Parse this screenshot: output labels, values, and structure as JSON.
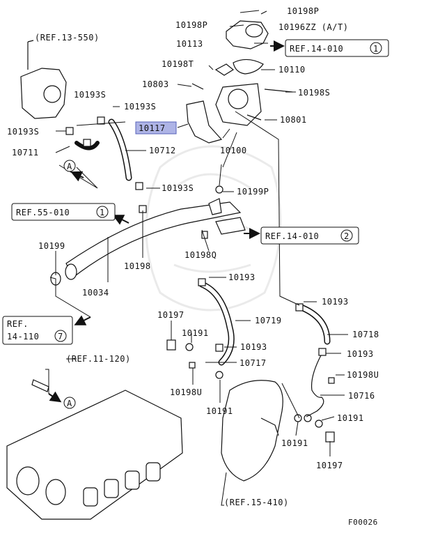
{
  "diagram": {
    "figure_code": "F00026",
    "highlighted_part": "10117",
    "parts": {
      "p10198P": "10198P",
      "p10196ZZ": "10196ZZ (A/T)",
      "p10198P_b": "10198P",
      "p10113": "10113",
      "p10198T": "10198T",
      "p10110": "10110",
      "p10803": "10803",
      "p10198S_top": "10198S",
      "p10193S_a": "10193S",
      "p10193S_b": "10193S",
      "p10193S_c": "10193S",
      "p10193S_d": "10193S",
      "p10801": "10801",
      "p10117": "10117",
      "p10711": "10711",
      "p10712": "10712",
      "p10100": "10100",
      "p10199P": "10199P",
      "p10199": "10199",
      "p10198": "10198",
      "p10198Q": "10198Q",
      "p10034": "10034",
      "p10193_a": "10193",
      "p10193_b": "10193",
      "p10193_c": "10193",
      "p10193_d": "10193",
      "p10719": "10719",
      "p10718": "10718",
      "p10197_a": "10197",
      "p10191_a": "10191",
      "p10717": "10717",
      "p10198U_a": "10198U",
      "p10198U_b": "10198U",
      "p10716": "10716",
      "p10191_b": "10191",
      "p10191_c": "10191",
      "p10191_d": "10191",
      "p10197_b": "10197"
    },
    "refs": {
      "ref13_550": "(REF.13-550)",
      "ref14_010_1": "REF.14-010",
      "ref14_010_1_num": "1",
      "ref55_010": "REF.55-010",
      "ref55_010_num": "1",
      "ref14_010_2": "REF.14-010",
      "ref14_010_2_num": "2",
      "ref14_110_a": "REF.",
      "ref14_110_b": "14-110",
      "ref14_110_num": "7",
      "ref11_120": "(REF.11-120)",
      "ref15_410": "(REF.15-410)"
    },
    "markers": {
      "a1": "A",
      "a2": "A"
    }
  }
}
